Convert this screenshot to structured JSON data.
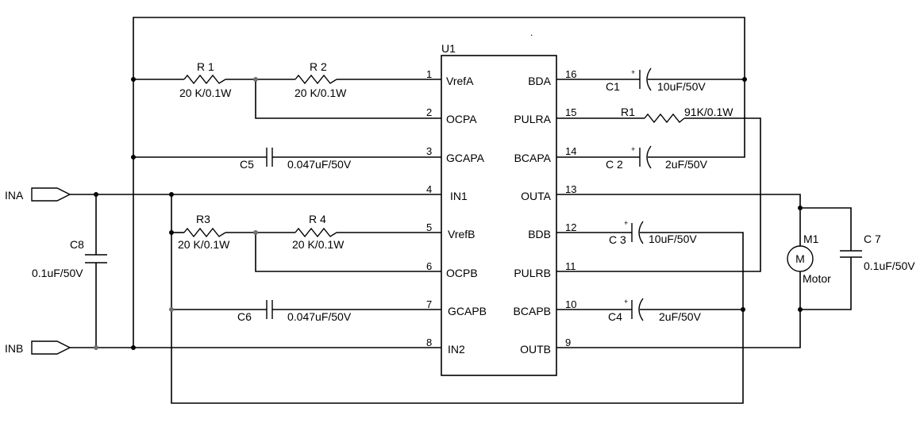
{
  "chip": {
    "ref": "U1",
    "left_pins": [
      {
        "num": "1",
        "name": "VrefA"
      },
      {
        "num": "2",
        "name": "OCPA"
      },
      {
        "num": "3",
        "name": "GCAPA"
      },
      {
        "num": "4",
        "name": "IN1"
      },
      {
        "num": "5",
        "name": "VrefB"
      },
      {
        "num": "6",
        "name": "OCPB"
      },
      {
        "num": "7",
        "name": "GCAPB"
      },
      {
        "num": "8",
        "name": "IN2"
      }
    ],
    "right_pins": [
      {
        "num": "16",
        "name": "BDA"
      },
      {
        "num": "15",
        "name": "PULRA"
      },
      {
        "num": "14",
        "name": "BCAPA"
      },
      {
        "num": "13",
        "name": "OUTA"
      },
      {
        "num": "12",
        "name": "BDB"
      },
      {
        "num": "11",
        "name": "PULRB"
      },
      {
        "num": "10",
        "name": "BCAPB"
      },
      {
        "num": "9",
        "name": "OUTB"
      }
    ]
  },
  "ports": {
    "ina": "INA",
    "inb": "INB"
  },
  "components": {
    "r1_left": {
      "ref": "R 1",
      "value": "20 K/0.1W"
    },
    "r2": {
      "ref": "R 2",
      "value": "20 K/0.1W"
    },
    "r3": {
      "ref": "R3",
      "value": "20 K/0.1W"
    },
    "r4": {
      "ref": "R 4",
      "value": "20 K/0.1W"
    },
    "r1_right": {
      "ref": "R1",
      "value": "91K/0.1W"
    },
    "c1": {
      "ref": "C1",
      "value": "10uF/50V"
    },
    "c2": {
      "ref": "C 2",
      "value": "2uF/50V"
    },
    "c3": {
      "ref": "C 3",
      "value": "10uF/50V"
    },
    "c4": {
      "ref": "C4",
      "value": "2uF/50V"
    },
    "c5": {
      "ref": "C5",
      "value": "0.047uF/50V"
    },
    "c6": {
      "ref": "C6",
      "value": "0.047uF/50V"
    },
    "c7": {
      "ref": "C 7",
      "value": "0.1uF/50V"
    },
    "c8": {
      "ref": "C8",
      "value": "0.1uF/50V"
    },
    "m1": {
      "ref": "M1",
      "symbol": "M",
      "value": "Motor"
    }
  },
  "polarity_mark": "+",
  "stray_mark": "."
}
